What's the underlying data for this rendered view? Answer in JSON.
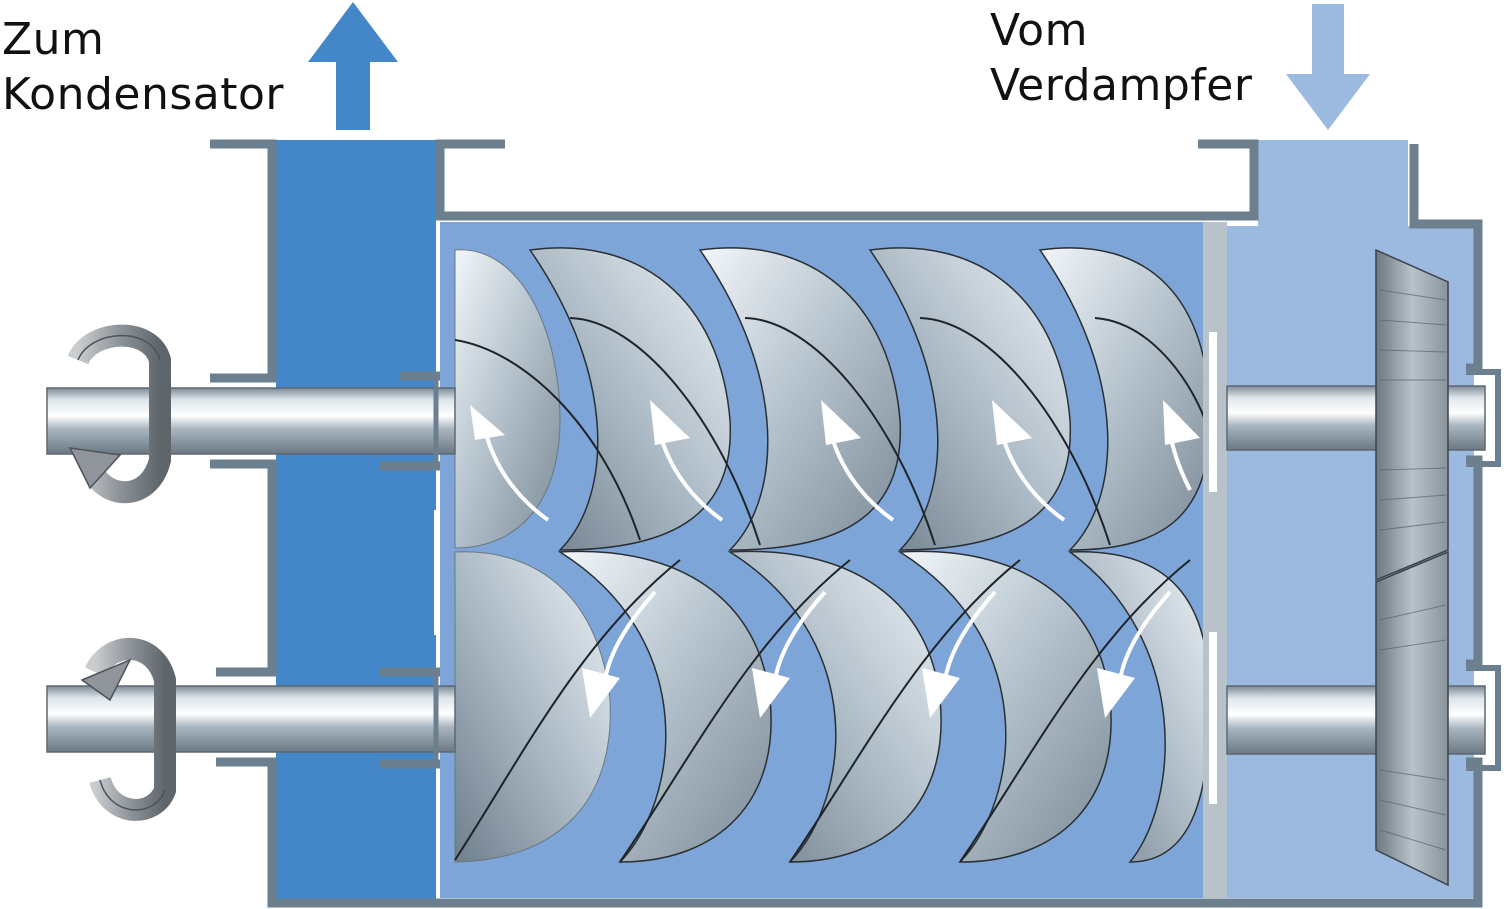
{
  "labels": {
    "outlet": {
      "line1": "Zum",
      "line2": "Kondensator"
    },
    "inlet": {
      "line1": "Vom",
      "line2": "Verdampfer"
    }
  },
  "colors": {
    "outlet_channel": "#4387c9",
    "inlet_channel": "#9cb9e0",
    "chamber": "#7ea5d8",
    "housing_outline": "#6b7f8f",
    "rotor_light": "#e6edf2",
    "rotor_mid": "#b3c1cc",
    "rotor_dark": "#7a8996",
    "flow_arrow": "#ffffff",
    "rotation_icon": "#8f959a"
  },
  "icons": [
    "outlet-arrow-up-icon",
    "inlet-arrow-down-icon",
    "rotation-upper-shaft-icon",
    "rotation-lower-shaft-icon",
    "bevel-gear-icon"
  ]
}
